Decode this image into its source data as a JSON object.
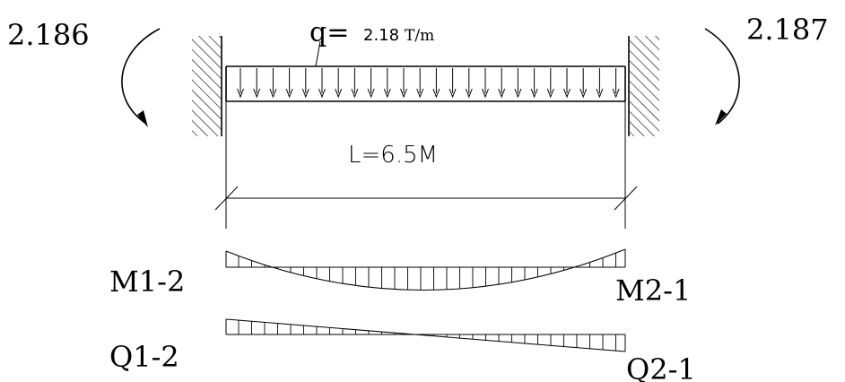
{
  "moments": {
    "left_value": "2.186",
    "right_value": "2.187"
  },
  "load": {
    "q_symbol": "q=",
    "q_value": "2.18",
    "q_unit": "T/m"
  },
  "span": {
    "label": "L=6.5M"
  },
  "diagram_labels": {
    "moment_left": "M1-2",
    "moment_right": "M2-1",
    "shear_left": "Q1-2",
    "shear_right": "Q2-1"
  }
}
